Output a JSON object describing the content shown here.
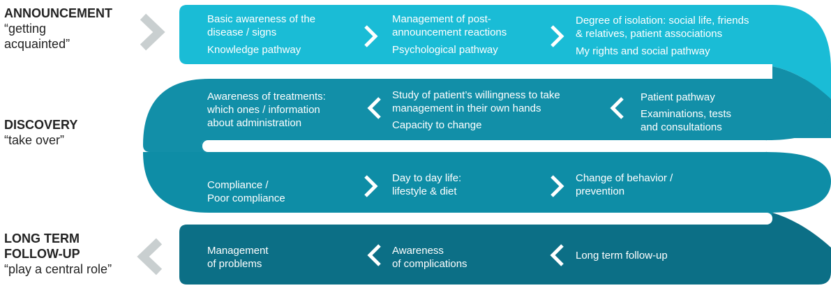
{
  "colors": {
    "band1": "#1ABCD6",
    "band2": "#128FA8",
    "band3": "#0E8DA6",
    "band4": "#0C6F86",
    "outer_arrow": "#C9CFD0",
    "stage_text": "#222222"
  },
  "stages": [
    {
      "name": "ANNOUNCEMENT",
      "subtitle": "“getting\nacquainted”"
    },
    {
      "name": "DISCOVERY",
      "subtitle": "“take over”"
    },
    {
      "name": "LONG TERM\nFOLLOW-UP",
      "subtitle": "“play a central role”"
    }
  ],
  "rows": [
    {
      "direction": "right",
      "items": [
        {
          "title": "Basic awareness of the\ndisease / signs",
          "sub": "Knowledge pathway"
        },
        {
          "title": "Management of post-\nannouncement reactions",
          "sub": "Psychological pathway"
        },
        {
          "title": "Degree of isolation: social life, friends\n& relatives, patient associations",
          "sub": "My rights and social pathway"
        }
      ]
    },
    {
      "direction": "left",
      "items": [
        {
          "title": "Awareness of treatments:\nwhich ones / information\nabout administration",
          "sub": ""
        },
        {
          "title": "Study of patient’s willingness to take\nmanagement in their own hands",
          "sub": "Capacity to change"
        },
        {
          "title": "Patient pathway",
          "sub": "Examinations, tests\nand consultations"
        }
      ]
    },
    {
      "direction": "right",
      "items": [
        {
          "title": "Compliance /\nPoor compliance",
          "sub": ""
        },
        {
          "title": "Day to day life:\nlifestyle & diet",
          "sub": ""
        },
        {
          "title": "Change of behavior /\nprevention",
          "sub": ""
        }
      ]
    },
    {
      "direction": "left",
      "items": [
        {
          "title": "Management\nof problems",
          "sub": ""
        },
        {
          "title": "Awareness\nof complications",
          "sub": ""
        },
        {
          "title": "Long term follow-up",
          "sub": ""
        }
      ]
    }
  ]
}
